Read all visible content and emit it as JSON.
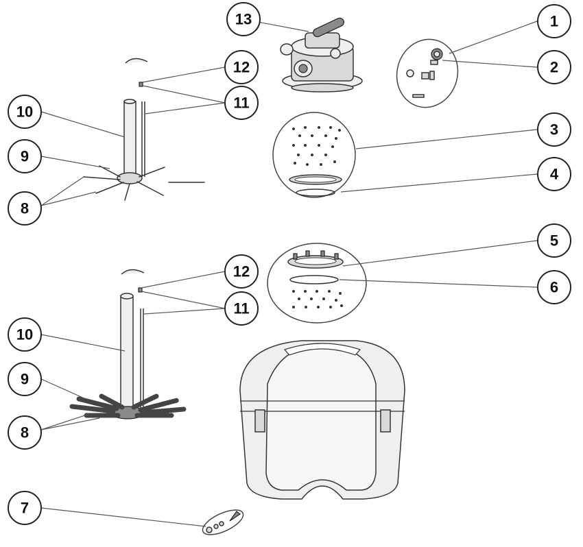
{
  "callouts": {
    "c1": "1",
    "c2": "2",
    "c3": "3",
    "c4": "4",
    "c5": "5",
    "c6": "6",
    "c7": "7",
    "c8_top": "8",
    "c8_bottom": "8",
    "c9_top": "9",
    "c9_bottom": "9",
    "c10_top": "10",
    "c10_bottom": "10",
    "c11_top": "11",
    "c11_bottom": "11",
    "c12_top": "12",
    "c12_bottom": "12",
    "c13": "13"
  }
}
